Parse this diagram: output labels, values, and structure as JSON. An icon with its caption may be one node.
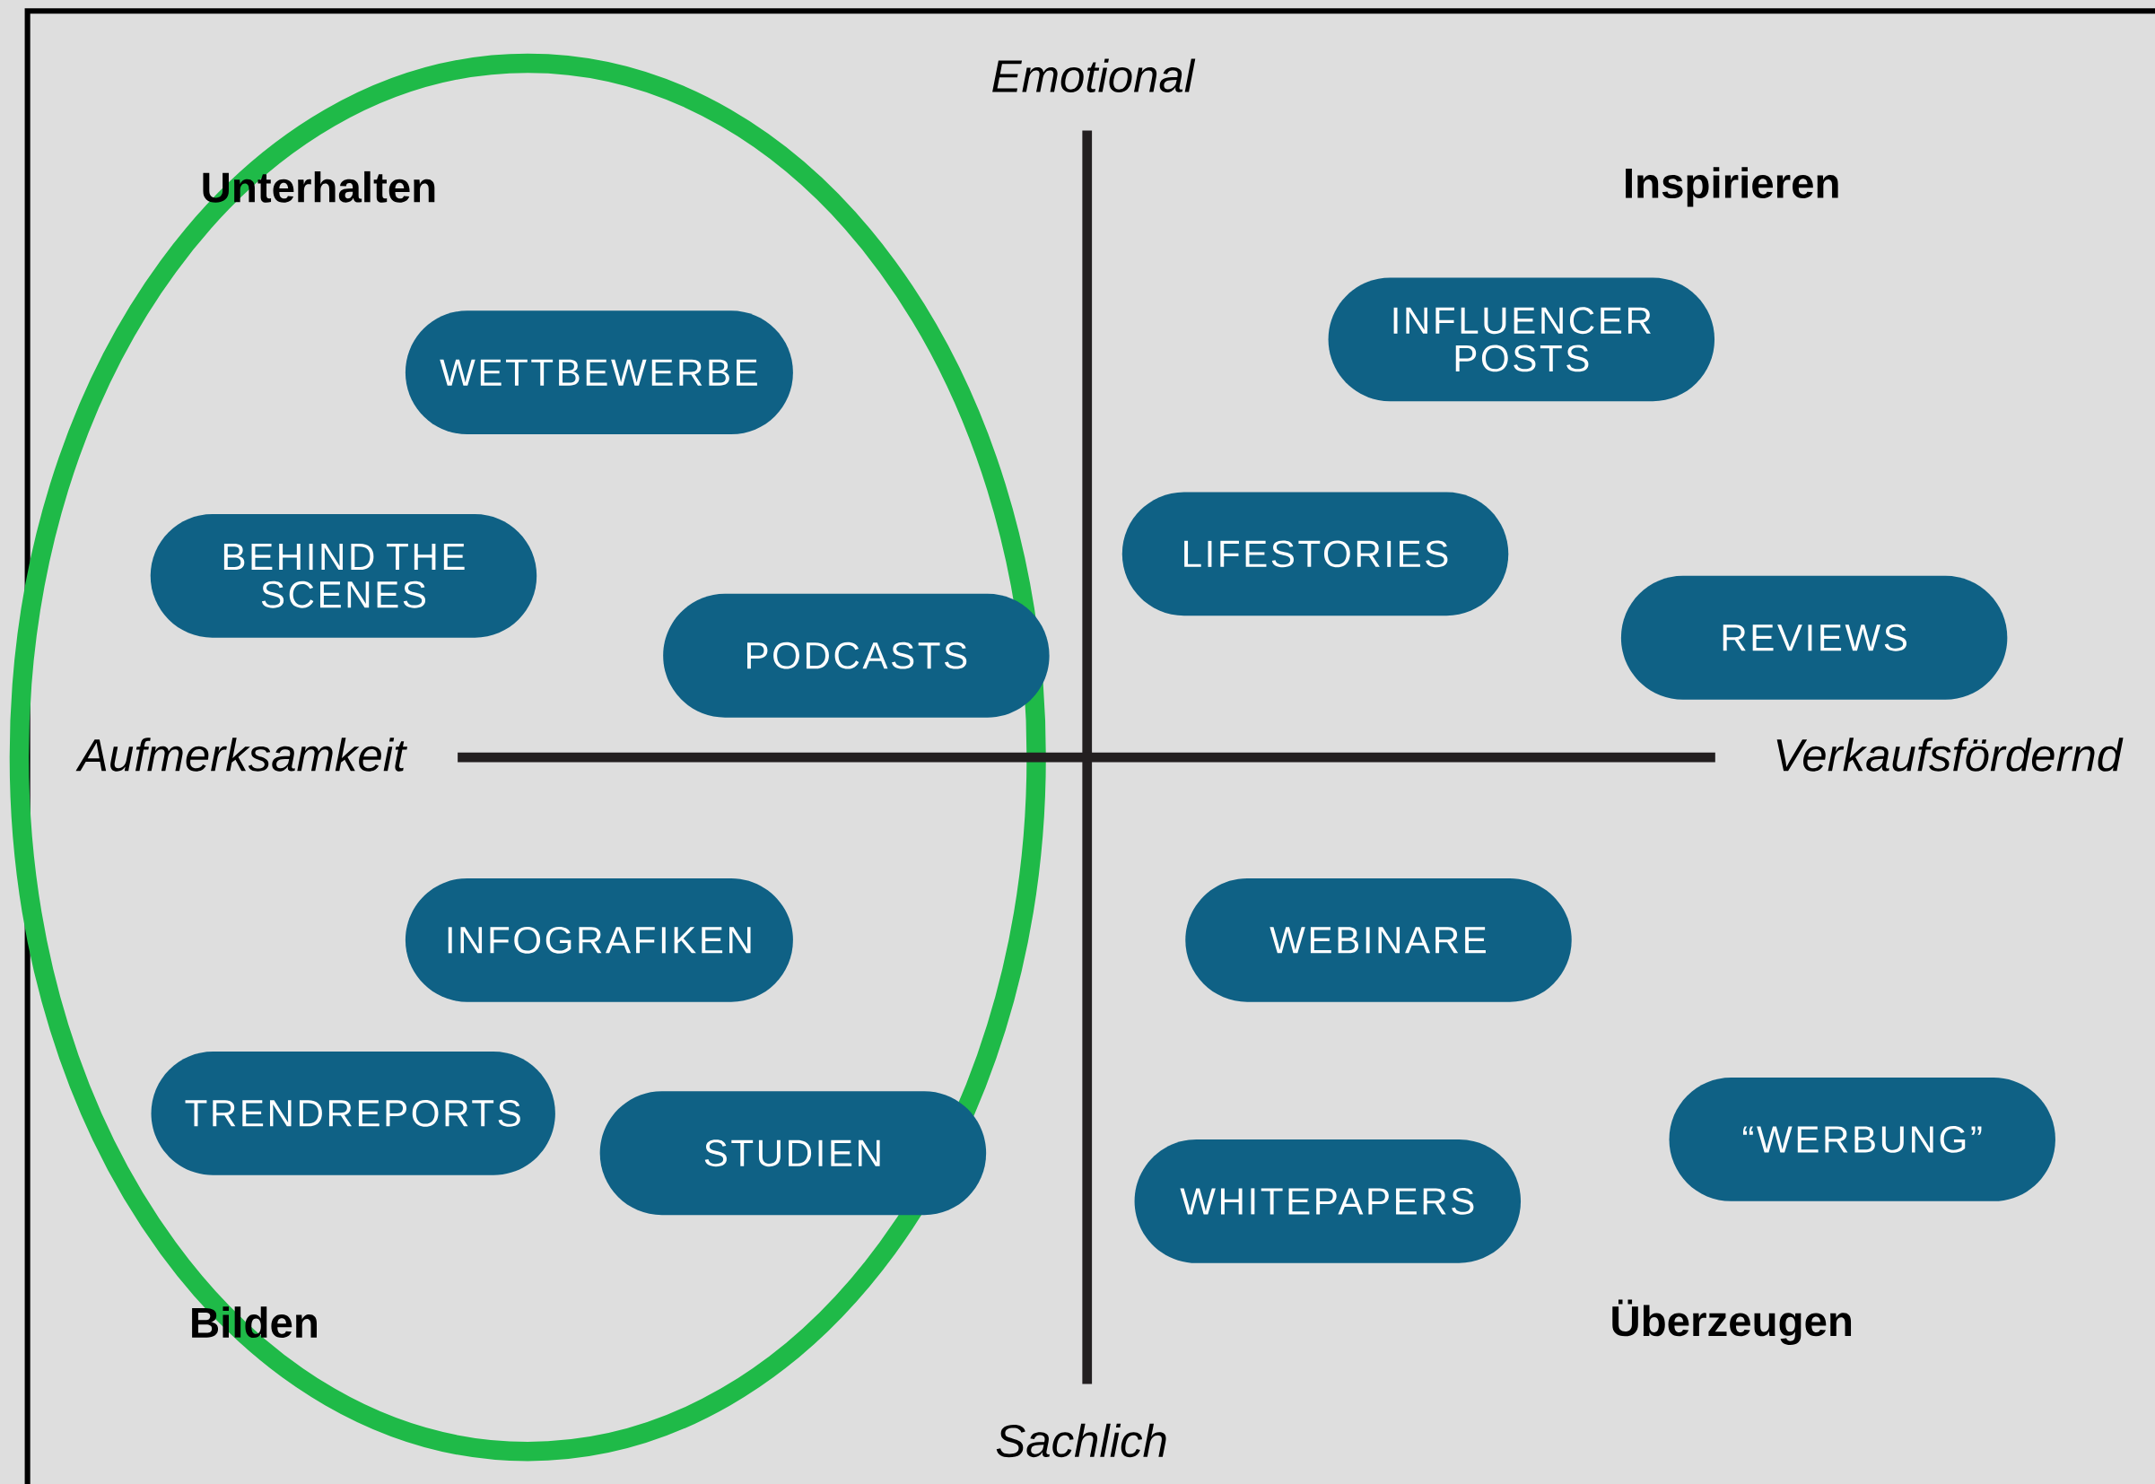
{
  "diagram": {
    "nodes": [
      {
        "text": [
          "WETTBEWERBE"
        ]
      },
      {
        "text": [
          "BEHIND THE SCENES"
        ]
      },
      {
        "text": [
          "PODCASTS"
        ]
      },
      {
        "text": [
          "INFLUENCER POSTS"
        ]
      },
      {
        "text": [
          "LIFESTORIES"
        ]
      },
      {
        "text": [
          "REVIEWS"
        ]
      },
      {
        "text": [
          "INFOGRAFIKEN"
        ]
      },
      {
        "text": [
          "TRENDREPORTS"
        ]
      },
      {
        "text": [
          "STUDIEN"
        ]
      },
      {
        "text": [
          "WEBINARE"
        ]
      },
      {
        "text": [
          "WHITEPAPERS"
        ]
      },
      {
        "text": [
          "“WERBUNG”"
        ]
      }
    ],
    "edges": [],
    "labels": [
      "Emotional",
      "Unterhalten",
      "Inspirieren",
      "Aufmerksamkeit",
      "Verkaufsfördernd",
      "Bilden",
      "Überzeugen",
      "Sachlich"
    ]
  }
}
